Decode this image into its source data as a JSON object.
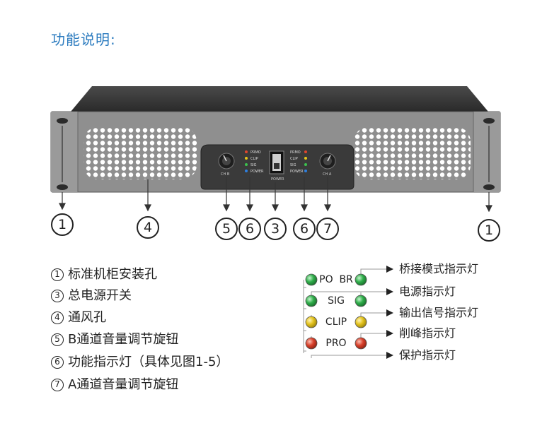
{
  "title": "功能说明:",
  "callouts": [
    "1",
    "4",
    "5",
    "6",
    "3",
    "6",
    "7",
    "1"
  ],
  "panel": {
    "leds_left": [
      "PRMO",
      "CLIP",
      "SIG",
      "POWER"
    ],
    "leds_right": [
      "PRMO",
      "CLIP",
      "SIG",
      "POWER"
    ],
    "switch_label": "POWER",
    "knob_label_left": "CH B",
    "knob_label_right": "CH A"
  },
  "legend": [
    {
      "num": "1",
      "text": "标准机柜安装孔"
    },
    {
      "num": "3",
      "text": "总电源开关"
    },
    {
      "num": "4",
      "text": "通风孔"
    },
    {
      "num": "5",
      "text": "B通道音量调节旋钮"
    },
    {
      "num": "6",
      "text": "功能指示灯（具体见图1-5）"
    },
    {
      "num": "7",
      "text": "A通道音量调节旋钮"
    }
  ],
  "led_guide": [
    {
      "label": "PO  BR",
      "color": "#2fae4a",
      "desc": "桥接模式指示灯"
    },
    {
      "label": "",
      "color": "",
      "desc": "电源指示灯"
    },
    {
      "label": "SIG",
      "color": "#2fae4a",
      "desc": "输出信号指示灯"
    },
    {
      "label": "CLIP",
      "color": "#e3c21d",
      "desc": "削峰指示灯"
    },
    {
      "label": "PRO",
      "color": "#d9402b",
      "desc": "保护指示灯"
    }
  ],
  "colors": {
    "title": "#2b7bbf",
    "panel": "#8e8e8e",
    "panel_dark": "#3b3b3b"
  }
}
